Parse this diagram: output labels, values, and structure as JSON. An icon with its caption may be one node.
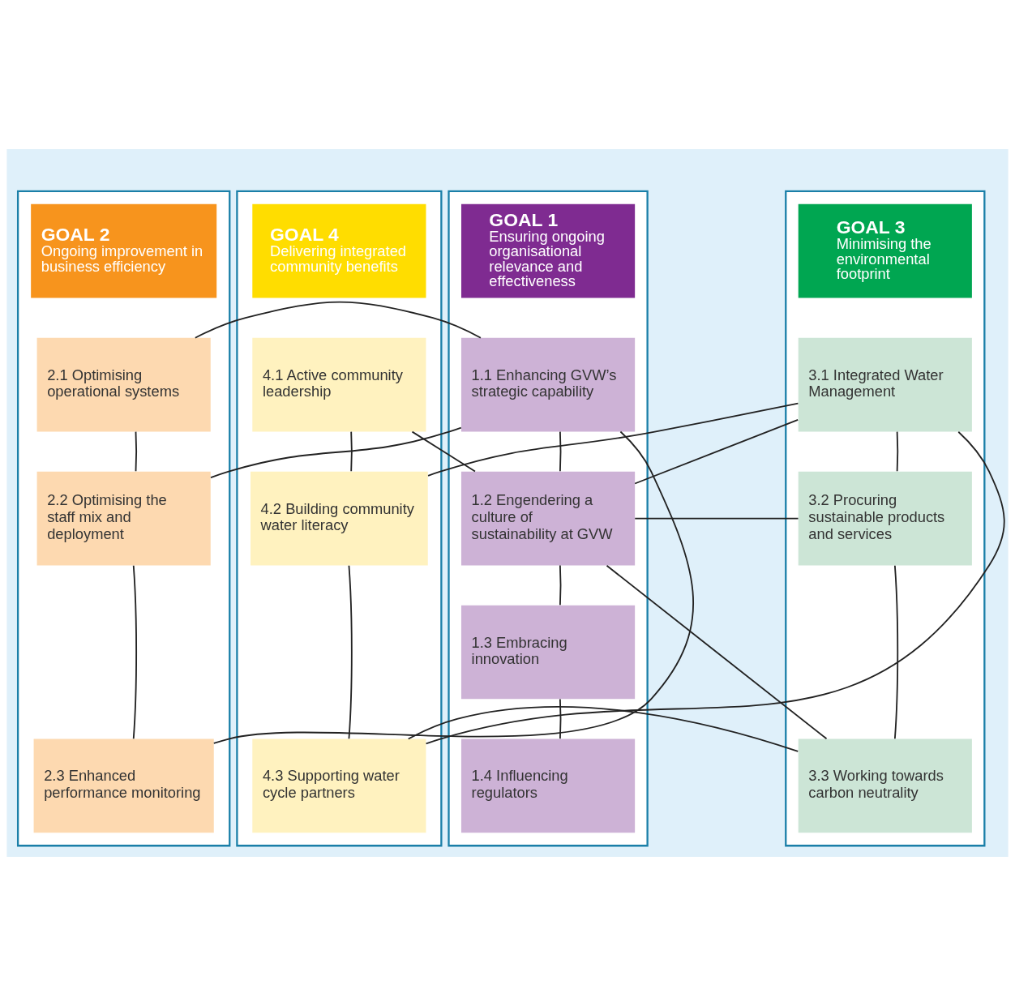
{
  "diagram": {
    "nodes": [
      {
        "text": [],
        "shape": "box"
      },
      {
        "text": [
          "GOAL 2",
          "Ongoing improvement in business efficiency"
        ],
        "in": 0
      },
      {
        "text": [
          "2.1 Optimising operational systems"
        ],
        "in": 0
      },
      {
        "text": [
          "2.2 Optimising the staff mix and deployment"
        ],
        "in": 0
      },
      {
        "text": [
          "2.3 Enhanced performance monitoring"
        ],
        "in": 0
      },
      {
        "text": [],
        "shape": "box"
      },
      {
        "text": [
          "GOAL 1",
          "Ensuring ongoing organisational relevance and effectiveness"
        ],
        "in": 5
      },
      {
        "text": [
          "1.1 Enhancing GVW’s strategic capability"
        ],
        "in": 5
      },
      {
        "text": [
          "1.2 Engendering a culture of sustainability at GVW"
        ],
        "in": 5
      },
      {
        "text": [
          "1.3 Embracing innovation"
        ],
        "in": 5
      },
      {
        "text": [
          "1.4 Influencing regulators"
        ],
        "in": 5
      },
      {
        "text": [],
        "shape": "box"
      },
      {
        "text": [
          "GOAL 3",
          "Minimising the environmental footprint"
        ],
        "in": 11
      },
      {
        "text": [
          "3.1 Integrated Water Management"
        ],
        "in": 11
      },
      {
        "text": [
          "3.2 Procuring sustainable products and services"
        ],
        "in": 11
      },
      {
        "text": [
          "3.3 Working towards carbon neutrality"
        ],
        "in": 11
      },
      {
        "text": [],
        "shape": "box"
      },
      {
        "text": [
          "GOAL 4",
          "Delivering integrated community benefits"
        ],
        "in": 16
      },
      {
        "text": [
          "4.1 Active community leadership"
        ],
        "in": 16
      },
      {
        "text": [
          "4.2 Building community water literacy"
        ],
        "in": 16
      },
      {
        "text": [
          "4.3 Supporting water cycle partners"
        ],
        "in": 16
      }
    ],
    "edges": [
      {
        "from": 2,
        "to": 7,
        "arrow": "none"
      },
      {
        "from": 2,
        "to": 3,
        "arrow": "none"
      },
      {
        "from": 3,
        "to": 4,
        "arrow": "none"
      },
      {
        "from": 3,
        "to": 7,
        "arrow": "none"
      },
      {
        "from": 4,
        "to": 7,
        "arrow": "none"
      },
      {
        "from": 7,
        "to": 8,
        "arrow": "none"
      },
      {
        "from": 8,
        "to": 9,
        "arrow": "none"
      },
      {
        "from": 9,
        "to": 10,
        "arrow": "none"
      },
      {
        "from": 8,
        "to": 13,
        "arrow": "none"
      },
      {
        "from": 8,
        "to": 18,
        "arrow": "none"
      },
      {
        "from": 8,
        "to": 14,
        "arrow": "none"
      },
      {
        "from": 8,
        "to": 15,
        "arrow": "none"
      },
      {
        "from": 13,
        "to": 14,
        "arrow": "none"
      },
      {
        "from": 14,
        "to": 15,
        "arrow": "none"
      },
      {
        "from": 13,
        "to": 19,
        "arrow": "none"
      },
      {
        "from": 13,
        "to": 20,
        "arrow": "none"
      },
      {
        "from": 18,
        "to": 19,
        "arrow": "none"
      },
      {
        "from": 19,
        "to": 20,
        "arrow": "none"
      },
      {
        "from": 15,
        "to": 20,
        "arrow": "none"
      }
    ]
  }
}
